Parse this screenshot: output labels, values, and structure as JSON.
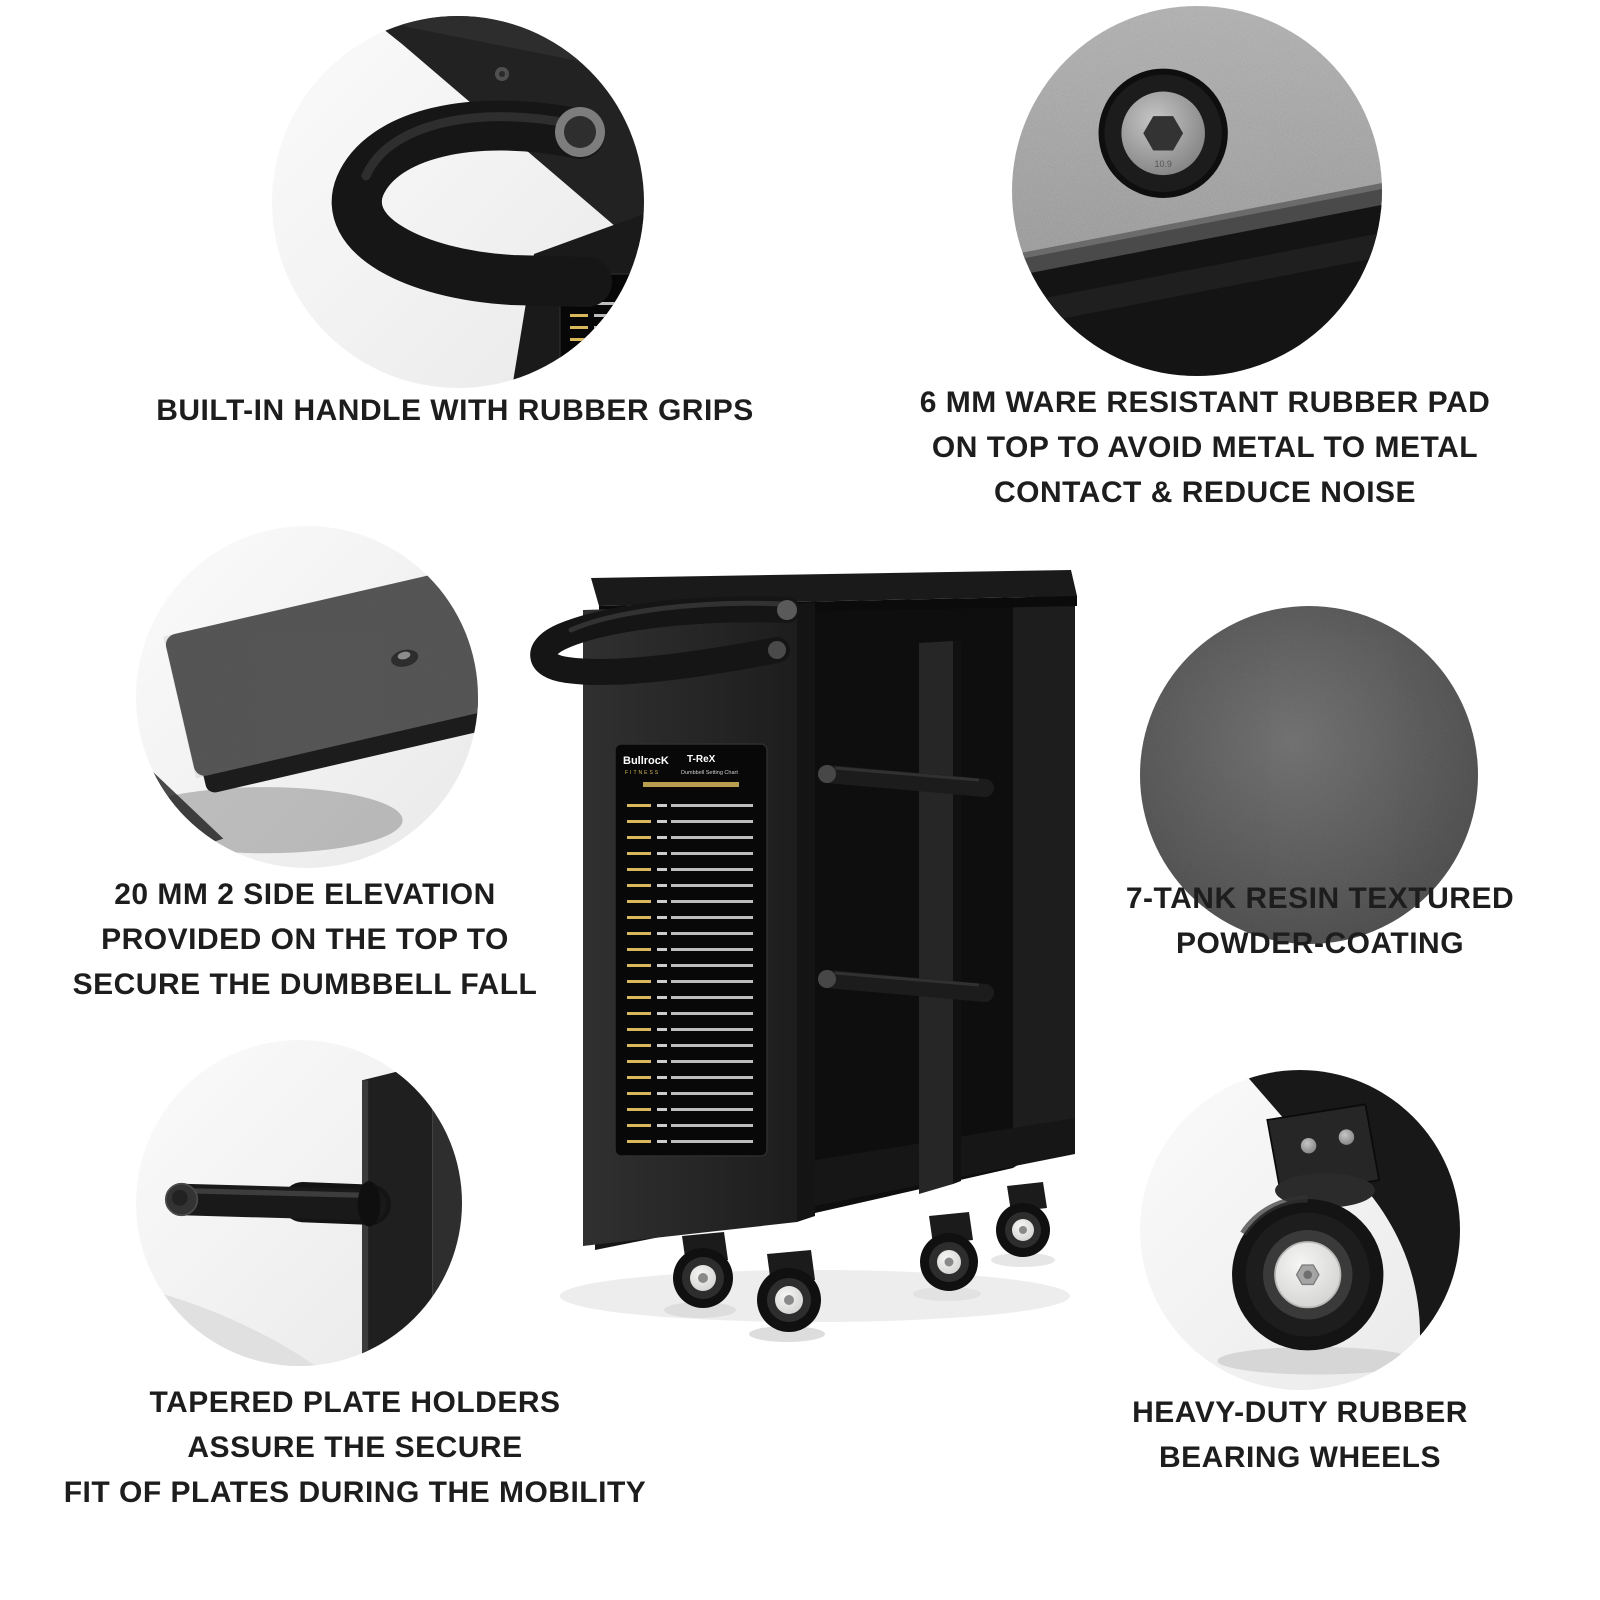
{
  "page": {
    "background": "#ffffff",
    "text_color": "#1d1d1d"
  },
  "features": [
    {
      "id": "handle",
      "lines": [
        "BUILT-IN HANDLE WITH RUBBER GRIPS"
      ]
    },
    {
      "id": "rubber-pad",
      "lines": [
        "6 MM WARE RESISTANT RUBBER PAD",
        "ON TOP TO AVOID METAL TO METAL",
        "CONTACT & REDUCE NOISE"
      ]
    },
    {
      "id": "elevation",
      "lines": [
        "20 MM 2 SIDE ELEVATION",
        "PROVIDED ON THE TOP TO",
        "SECURE THE DUMBBELL FALL"
      ]
    },
    {
      "id": "coating",
      "lines": [
        "7-TANK RESIN TEXTURED",
        "POWDER-COATING"
      ]
    },
    {
      "id": "plate-holders",
      "lines": [
        "TAPERED PLATE HOLDERS",
        "ASSURE THE SECURE",
        "FIT OF PLATES DURING THE MOBILITY"
      ]
    },
    {
      "id": "wheels",
      "lines": [
        "HEAVY-DUTY RUBBER",
        "BEARING WHEELS"
      ]
    }
  ],
  "product": {
    "brand": "BullrocK",
    "brand_tagline": "FITNESS",
    "model": "T-ReX",
    "chart_title": "Dumbbell Setting Chart",
    "bolt_marking": "10.9"
  },
  "colors": {
    "accent_yellow": "#d9b85c",
    "cart_black": "#1d1d1d"
  }
}
